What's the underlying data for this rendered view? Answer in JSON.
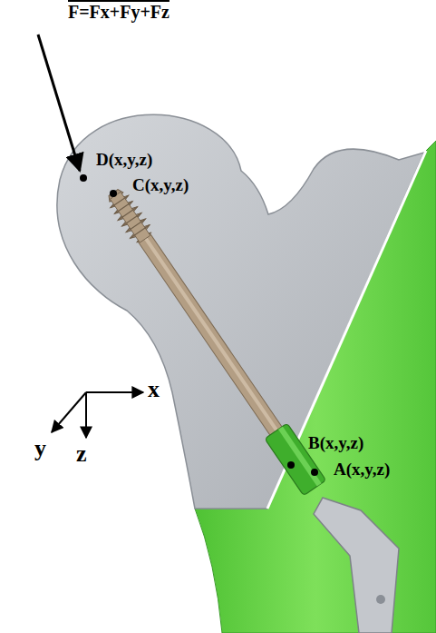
{
  "diagram": {
    "labels": [
      "F=Fx+Fy+Fz",
      "D(x,y,z)",
      "C(x,y,z)",
      "B(x,y,z)",
      "A(x,y,z)",
      "x",
      "y",
      "z"
    ]
  }
}
